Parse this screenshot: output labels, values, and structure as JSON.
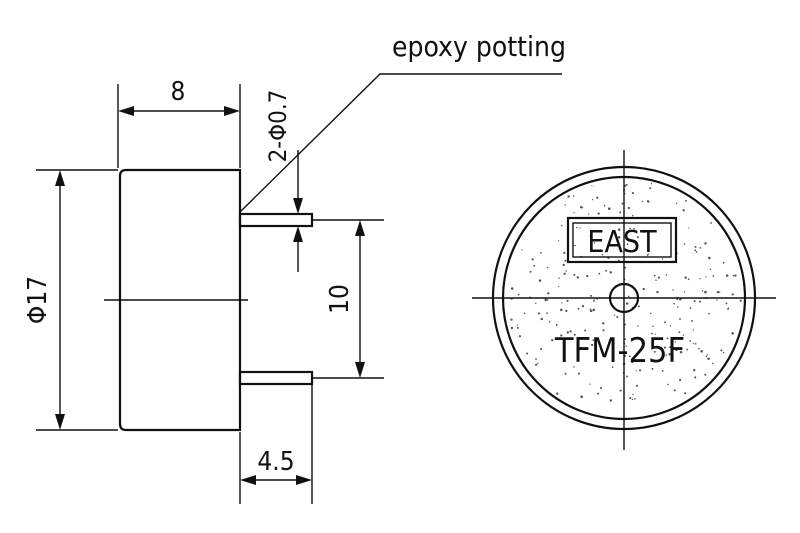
{
  "labels": {
    "epoxy": "epoxy potting",
    "width": "8",
    "pin_dia": "2-Φ0.7",
    "diameter": "Φ17",
    "pin_spacing": "10",
    "pin_length": "4.5",
    "brand": "EAST",
    "model": "TFM-25F"
  },
  "colors": {
    "ink": "#111111",
    "paper": "#ffffff"
  }
}
